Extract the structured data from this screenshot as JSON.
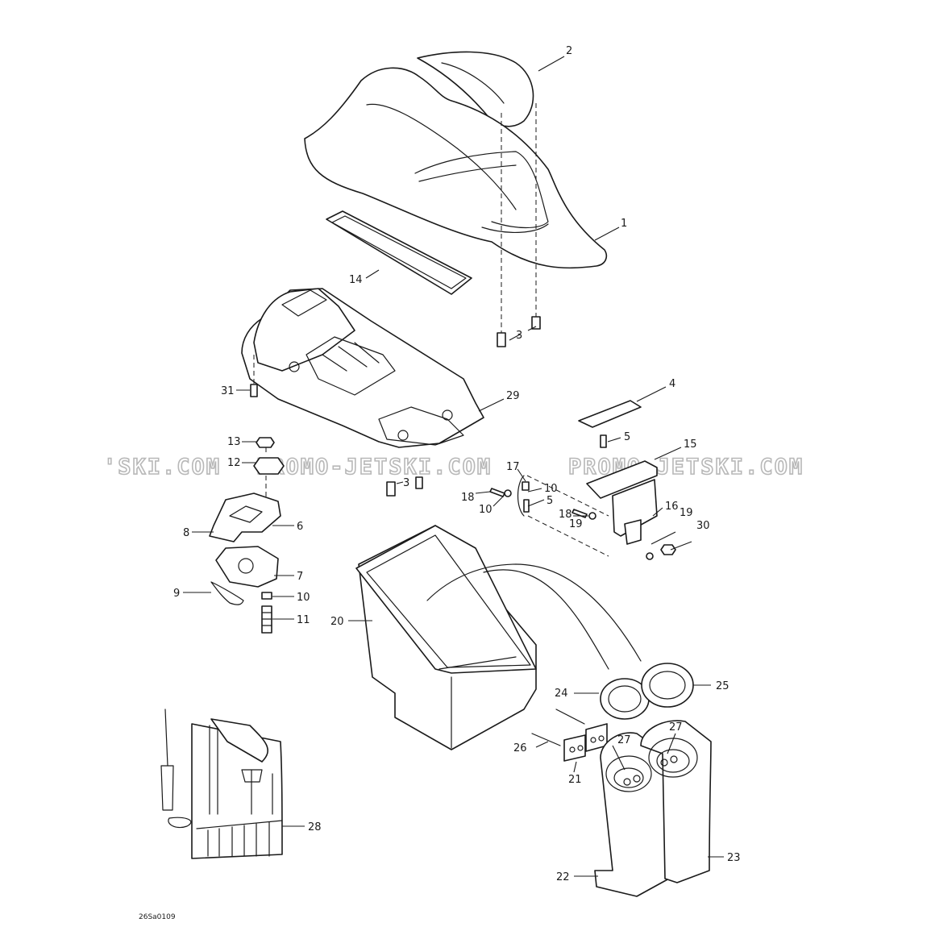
{
  "watermark": {
    "left_fragment": "'SKI.COM",
    "center": "PROMO-JETSKI.COM",
    "right": "PROMO-JETSKI.COM"
  },
  "drawing_code": "26Sa0109",
  "callouts": [
    {
      "id": "1",
      "label": "1"
    },
    {
      "id": "2",
      "label": "2"
    },
    {
      "id": "3a",
      "label": "3"
    },
    {
      "id": "3b",
      "label": "3"
    },
    {
      "id": "4",
      "label": "4"
    },
    {
      "id": "5a",
      "label": "5"
    },
    {
      "id": "5b",
      "label": "5"
    },
    {
      "id": "6",
      "label": "6"
    },
    {
      "id": "7",
      "label": "7"
    },
    {
      "id": "8",
      "label": "8"
    },
    {
      "id": "9",
      "label": "9"
    },
    {
      "id": "10a",
      "label": "10"
    },
    {
      "id": "10b",
      "label": "10"
    },
    {
      "id": "10c",
      "label": "10"
    },
    {
      "id": "11",
      "label": "11"
    },
    {
      "id": "12",
      "label": "12"
    },
    {
      "id": "13",
      "label": "13"
    },
    {
      "id": "14",
      "label": "14"
    },
    {
      "id": "15",
      "label": "15"
    },
    {
      "id": "16",
      "label": "16"
    },
    {
      "id": "17",
      "label": "17"
    },
    {
      "id": "18a",
      "label": "18"
    },
    {
      "id": "18b",
      "label": "18"
    },
    {
      "id": "19a",
      "label": "19"
    },
    {
      "id": "19b",
      "label": "19"
    },
    {
      "id": "20",
      "label": "20"
    },
    {
      "id": "21",
      "label": "21"
    },
    {
      "id": "22",
      "label": "22"
    },
    {
      "id": "23",
      "label": "23"
    },
    {
      "id": "24",
      "label": "24"
    },
    {
      "id": "25",
      "label": "25"
    },
    {
      "id": "26",
      "label": "26"
    },
    {
      "id": "27a",
      "label": "27"
    },
    {
      "id": "27b",
      "label": "27"
    },
    {
      "id": "28",
      "label": "28"
    },
    {
      "id": "29",
      "label": "29"
    },
    {
      "id": "30",
      "label": "30"
    },
    {
      "id": "31",
      "label": "31"
    }
  ]
}
